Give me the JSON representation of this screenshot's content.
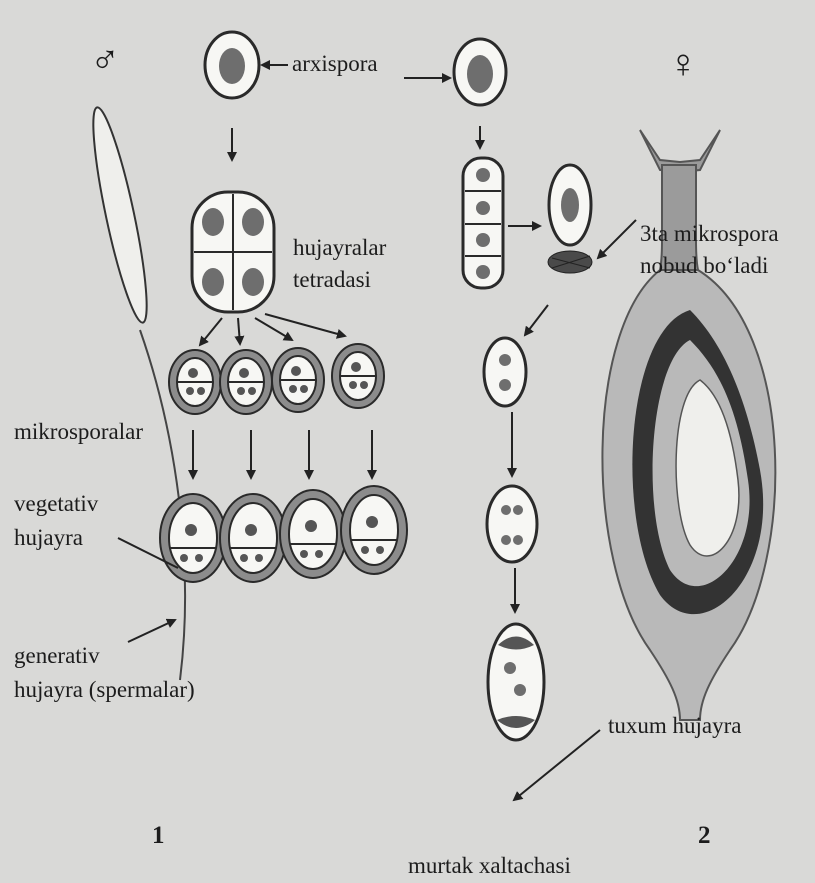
{
  "labels": {
    "male_symbol": "♂",
    "female_symbol": "♀",
    "arxispora": "arxispora",
    "tetrad_line1": "hujayralar",
    "tetrad_line2": "tetradasi",
    "mikrospora_note_line1": "3ta mikrospora",
    "mikrospora_note_line2": "nobud bo‘ladi",
    "mikrosporalar": "mikrosporalar",
    "vegetativ_line1": "vegetativ",
    "vegetativ_line2": "hujayra",
    "generativ_line1": "generativ",
    "generativ_line2": "hujayra (spermalar)",
    "tuxum": "tuxum hujayra",
    "panel1": "1",
    "panel2": "2",
    "caption": "murtak xaltachasi"
  },
  "colors": {
    "background": "#d9d9d7",
    "cell_fill": "#f7f7f4",
    "cell_outline": "#2a2a2a",
    "nucleus": "#6e6e6e",
    "pistil_fill": "#9b9b9b",
    "ovary_fill": "#b9b9b9",
    "ovule_dark": "#333333"
  }
}
